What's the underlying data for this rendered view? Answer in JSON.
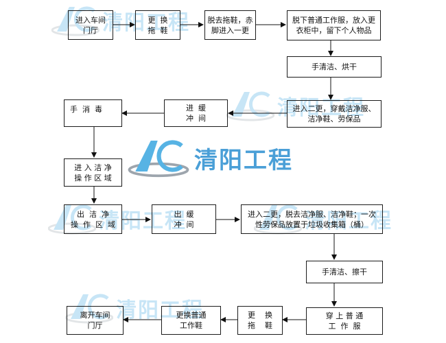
{
  "watermark": {
    "text": "清阳工程",
    "color": "#3aa6e0",
    "accent": "#2b8fd1"
  },
  "nodes": {
    "enter_hall": "进入车间\n门厅",
    "change_shoes_1": "更  换\n拖  鞋",
    "remove_slippers": "脱去拖鞋，赤\n脚进入一更",
    "remove_clothes": "脱下普通工作服，放入更\n衣柜中，留下个人物品",
    "wash_dry_1": "手清洁、烘干",
    "second_change": "进入二更，穿戴洁净服、\n洁净鞋、劳保品",
    "buffer_in": "进  缓\n冲  间",
    "disinfect": "手  消  毒",
    "enter_clean": "进 入 洁 净\n操 作 区 域",
    "exit_clean": "出  洁  净\n操  作  区  域",
    "buffer_out": "出  缓\n冲  间",
    "second_change_out": "进入二更，脱去洁净服、洁净鞋；一次\n性劳保品放置于垃圾收集箱（桶）",
    "wash_dry_2": "手清洁、擦干",
    "wear_normal": "穿 上 普 通\n工  作  服",
    "change_shoes_2": "更    换\n拖    鞋",
    "change_normal_shoes": "更换普通\n工作鞋",
    "leave_hall": "离开车间\n门厅"
  }
}
